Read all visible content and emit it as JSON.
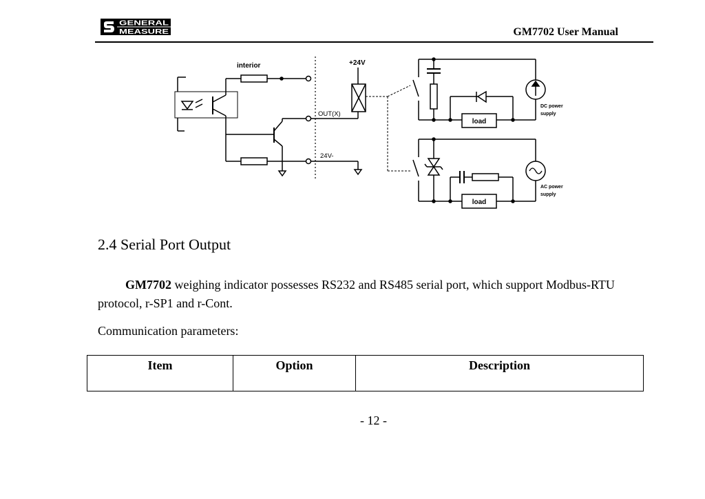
{
  "header": {
    "logo_top": "GENERAL",
    "logo_bottom": "MEASURE",
    "manual_title": "GM7702 User Manual"
  },
  "diagram": {
    "labels": {
      "interior": "interior",
      "plus24v": "+24V",
      "out": "OUT(X)",
      "minus24v": "24V-",
      "dc_power_1": "DC power",
      "dc_power_2": "supply",
      "ac_power_1": "AC power",
      "ac_power_2": "supply",
      "load1": "load",
      "load2": "load"
    }
  },
  "section": {
    "title": "2.4 Serial Port Output",
    "para_bold": "GM7702",
    "para_text": " weighing indicator possesses RS232 and RS485 serial port, which support Modbus-RTU protocol, r-SP1 and r-Cont.",
    "comm_params": "Communication parameters:"
  },
  "table": {
    "headers": [
      "Item",
      "Option",
      "Description"
    ]
  },
  "footer": {
    "page_number": "- 12 -"
  }
}
